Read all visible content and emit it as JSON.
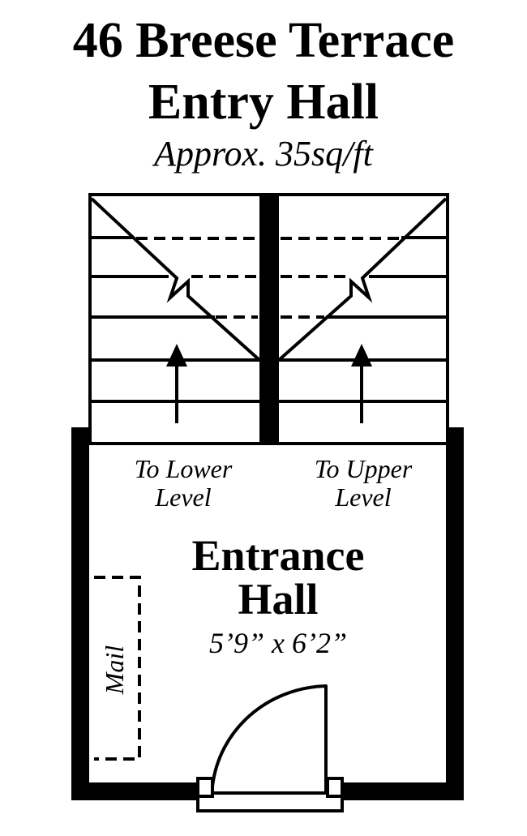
{
  "header": {
    "title_line1": "46 Breese Terrace",
    "title_line2": "Entry Hall",
    "subtitle": "Approx. 35sq/ft"
  },
  "stairs": {
    "left_label_line1": "To Lower",
    "left_label_line2": "Level",
    "right_label_line1": "To Upper",
    "right_label_line2": "Level"
  },
  "room": {
    "name_line1": "Entrance",
    "name_line2": "Hall",
    "dimensions": "5’9” x 6’2”",
    "mail_label": "Mail"
  },
  "colors": {
    "line": "#000000",
    "background": "#ffffff"
  }
}
